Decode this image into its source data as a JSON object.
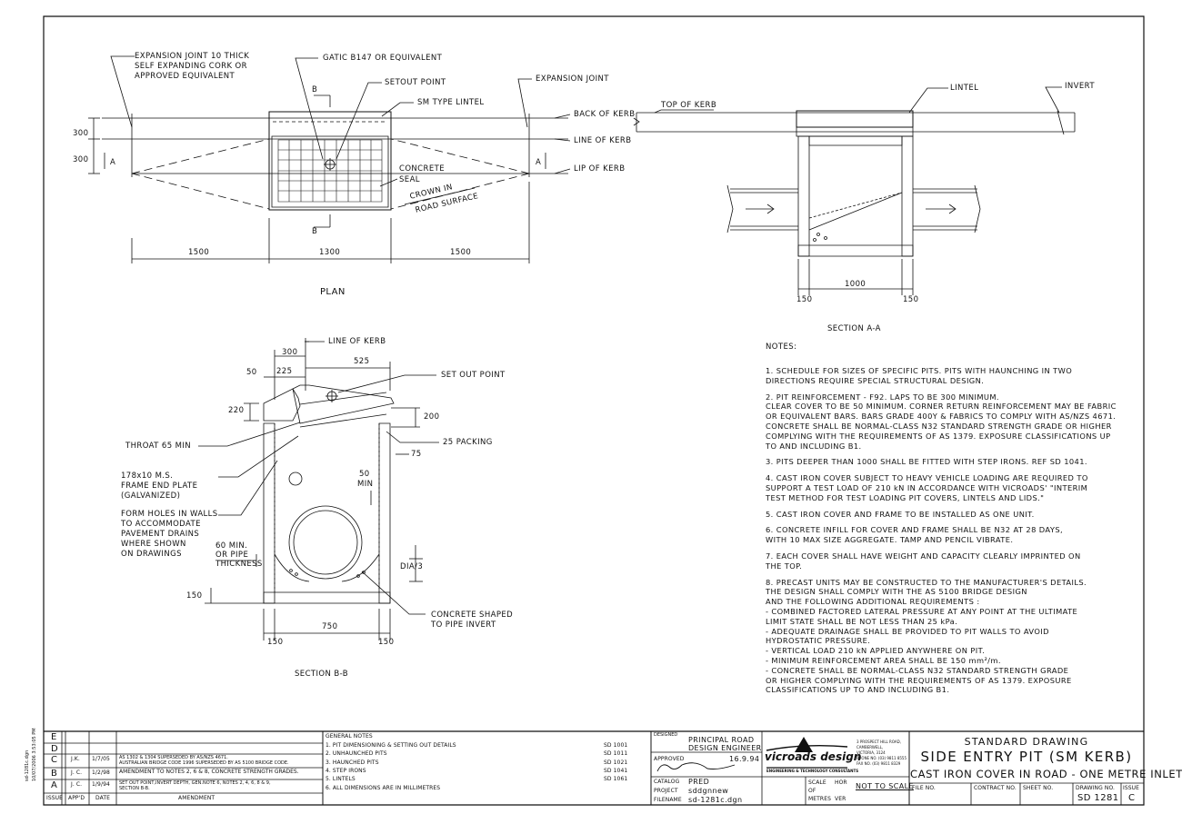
{
  "plan": {
    "title": "PLAN",
    "labels": {
      "expansion_joint_10": [
        "EXPANSION JOINT 10 THICK",
        "SELF EXPANDING CORK OR",
        "APPROVED EQUIVALENT"
      ],
      "gatic": "GATIC B147 OR EQUIVALENT",
      "setout_point": "SETOUT POINT",
      "sm_type_lintel": "SM TYPE LINTEL",
      "expansion_joint": "EXPANSION JOINT",
      "back_of_kerb": "BACK OF KERB",
      "line_of_kerb": "LINE OF KERB",
      "lip_of_kerb": "LIP OF KERB",
      "concrete_seal": [
        "CONCRETE",
        "SEAL"
      ],
      "crown": [
        "CROWN IN",
        "ROAD SURFACE"
      ],
      "section_b": "B",
      "section_a": "A"
    },
    "dims": {
      "d300a": "300",
      "d300b": "300",
      "d1500a": "1500",
      "d1300": "1300",
      "d1500b": "1500"
    }
  },
  "section_aa": {
    "title": "SECTION A-A",
    "labels": {
      "lintel": "LINTEL",
      "invert": "INVERT",
      "top_of_kerb": "TOP OF KERB"
    },
    "dims": {
      "d1000": "1000",
      "d150a": "150",
      "d150b": "150"
    }
  },
  "section_bb": {
    "title": "SECTION B-B",
    "labels": {
      "line_of_kerb": "LINE OF KERB",
      "set_out_point": "SET OUT POINT",
      "packing": "25 PACKING",
      "throat": "THROAT 65 MIN",
      "frame_end_plate": [
        "178x10 M.S.",
        "FRAME END PLATE",
        "(GALVANIZED)"
      ],
      "form_holes": [
        "FORM HOLES IN WALLS",
        "TO ACCOMMODATE",
        "PAVEMENT DRAINS",
        "WHERE SHOWN",
        "ON DRAWINGS"
      ],
      "pipe_thickness": [
        "60 MIN.",
        "OR PIPE",
        "THICKNESS"
      ],
      "min50": [
        "50",
        "MIN"
      ],
      "dia3": "DIA/3",
      "concrete_shaped": [
        "CONCRETE SHAPED",
        "TO PIPE INVERT"
      ]
    },
    "dims": {
      "d300": "300",
      "d225": "225",
      "d50": "50",
      "d525": "525",
      "d220": "220",
      "d200": "200",
      "d75": "75",
      "d150": "150",
      "d750": "750",
      "d150a": "150",
      "d150b": "150"
    }
  },
  "notes": {
    "heading": "NOTES:",
    "items": [
      [
        "1.  SCHEDULE FOR SIZES OF SPECIFIC PITS. PITS WITH HAUNCHING IN TWO",
        "     DIRECTIONS REQUIRE SPECIAL STRUCTURAL DESIGN."
      ],
      [
        "2.  PIT REINFORCEMENT - F92. LAPS TO BE 300 MINIMUM.",
        "     CLEAR COVER TO BE 50 MINIMUM. CORNER RETURN REINFORCEMENT MAY BE FABRIC",
        "     OR EQUIVALENT BARS. BARS GRADE 400Y & FABRICS TO COMPLY WITH AS/NZS 4671.",
        "     CONCRETE SHALL BE NORMAL-CLASS N32 STANDARD STRENGTH GRADE OR HIGHER",
        "     COMPLYING WITH THE REQUIREMENTS OF AS 1379. EXPOSURE CLASSIFICATIONS UP",
        "     TO AND INCLUDING B1."
      ],
      [
        "3.  PITS DEEPER THAN 1000 SHALL BE FITTED WITH STEP IRONS. REF SD 1041."
      ],
      [
        "4.  CAST IRON COVER SUBJECT TO HEAVY VEHICLE LOADING ARE REQUIRED TO",
        "     SUPPORT A TEST LOAD OF 210 kN IN ACCORDANCE WITH VICROADS' \"INTERIM",
        "     TEST METHOD FOR TEST LOADING PIT COVERS, LINTELS AND LIDS.\""
      ],
      [
        "5.  CAST IRON COVER AND FRAME TO BE INSTALLED AS ONE UNIT."
      ],
      [
        "6.  CONCRETE INFILL FOR COVER AND FRAME SHALL BE N32 AT 28 DAYS,",
        "     WITH 10 MAX SIZE AGGREGATE. TAMP AND PENCIL VIBRATE."
      ],
      [
        "7.  EACH COVER SHALL HAVE WEIGHT AND CAPACITY CLEARLY IMPRINTED ON",
        "     THE TOP."
      ],
      [
        "8.  PRECAST UNITS MAY BE CONSTRUCTED TO THE MANUFACTURER'S DETAILS.",
        "     THE DESIGN SHALL COMPLY WITH THE AS 5100 BRIDGE DESIGN",
        "     AND THE FOLLOWING ADDITIONAL REQUIREMENTS :",
        "       -   COMBINED FACTORED LATERAL PRESSURE AT ANY POINT AT THE ULTIMATE",
        "           LIMIT STATE SHALL BE NOT LESS THAN 25 kPa.",
        "       -   ADEQUATE DRAINAGE SHALL BE PROVIDED TO PIT WALLS TO AVOID",
        "           HYDROSTATIC PRESSURE.",
        "       -   VERTICAL LOAD 210 kN APPLIED ANYWHERE ON PIT.",
        "       -   MINIMUM REINFORCEMENT AREA SHALL BE 150 mm²/m.",
        "       -   CONCRETE SHALL BE NORMAL-CLASS N32 STANDARD STRENGTH GRADE",
        "           OR HIGHER COMPLYING WITH THE REQUIREMENTS OF AS 1379. EXPOSURE",
        "           CLASSIFICATIONS UP TO AND INCLUDING B1."
      ]
    ]
  },
  "side_stamp": [
    "sd-1281c.dgn",
    "10/07/2006  3:53:05 PM"
  ],
  "amendments": {
    "headers": {
      "issue": "ISSUE",
      "appd": "APP'D",
      "date": "DATE",
      "amendment": "AMENDMENT"
    },
    "rows": [
      {
        "issue": "E",
        "appd": "",
        "date": "",
        "text": [
          ""
        ]
      },
      {
        "issue": "D",
        "appd": "",
        "date": "",
        "text": [
          ""
        ]
      },
      {
        "issue": "C",
        "appd": "J.K.",
        "date": "1/7/05",
        "text": [
          "AS 1302 & 1304 SUPERSEDED BY AS/NZS 4671.",
          "AUSTRALIAN BRIDGE CODE 1996 SUPERSEDED BY AS 5100 BRIDGE CODE."
        ]
      },
      {
        "issue": "B",
        "appd": "J. C.",
        "date": "1/2/98",
        "text": [
          "AMENDMENT TO NOTES 2, 6 & 8, CONCRETE STRENGTH GRADES."
        ]
      },
      {
        "issue": "A",
        "appd": "J. C.",
        "date": "1/9/94",
        "text": [
          "SET OUT POINT,INVERT DEPTH, GEN.NOTE 6, NOTES 2, 4, 6, 8 & 9,",
          "SECTION B-B."
        ]
      }
    ]
  },
  "general_notes": {
    "heading": "GENERAL NOTES",
    "items": [
      {
        "text": "1.  PIT DIMENSIONING & SETTING OUT DETAILS",
        "ref": "SD 1001"
      },
      {
        "text": "2.  UNHAUNCHED PITS",
        "ref": "SD 1011"
      },
      {
        "text": "3.  HAUNCHED PITS",
        "ref": "SD 1021"
      },
      {
        "text": "4.  STEP IRONS",
        "ref": "SD 1041"
      },
      {
        "text": "5.  LINTELS",
        "ref": "SD 1061"
      },
      {
        "text": "6.  ALL DIMENSIONS ARE IN MILLIMETRES",
        "ref": ""
      }
    ]
  },
  "signoff": {
    "designed_label": "DESIGNED",
    "designed_value": [
      "PRINCIPAL ROAD",
      "DESIGN ENGINEER"
    ],
    "approved_label": "APPROVED",
    "approved_date": "16.9.94",
    "catalog_label": "CATALOG",
    "catalog_value": "PRED",
    "project_label": "PROJECT",
    "project_value": "sddgnnew",
    "filename_label": "FILENAME",
    "filename_value": "sd-1281c.dgn"
  },
  "logo": {
    "name": "vicroads design",
    "tagline": "ENGINEERING & TECHNOLOGY CONSULTANTS",
    "address": [
      "3 PROSPECT HILL ROAD,",
      "CAMBERWELL,",
      "VICTORIA, 3124",
      "PHONE NO. (03) 9811 8555",
      "FAX NO. (03) 9811 8329"
    ]
  },
  "scale": {
    "scale_label": "SCALE",
    "of_label": "OF",
    "metres_label": "METRES",
    "hor": "HOR",
    "ver": "VER",
    "value": "NOT TO SCALE"
  },
  "title_block": {
    "kind": "STANDARD DRAWING",
    "title": "SIDE ENTRY PIT (SM KERB)",
    "subtitle": "CAST IRON COVER IN ROAD - ONE METRE INLET",
    "file_no_label": "FILE NO.",
    "contract_no_label": "CONTRACT NO.",
    "sheet_no_label": "SHEET NO.",
    "drawing_no_label": "DRAWING NO.",
    "drawing_no": "SD  1281",
    "issue_label": "ISSUE",
    "issue": "C"
  }
}
